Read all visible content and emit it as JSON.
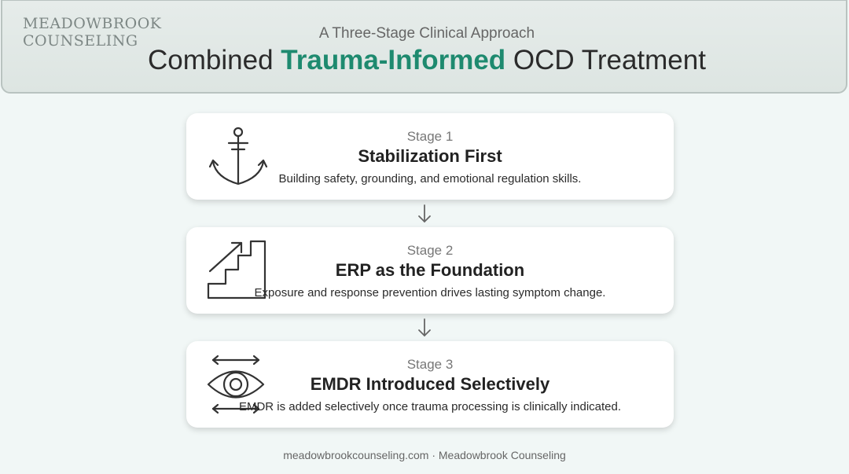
{
  "header": {
    "logo_line1": "MEADOWBROOK",
    "logo_line2": "COUNSELING",
    "subtitle": "A Three-Stage Clinical Approach",
    "title_pre": "Combined ",
    "title_highlight": "Trauma-Informed",
    "title_post": " OCD Treatment"
  },
  "stages": [
    {
      "stage_label": "Stage 1",
      "title": "Stabilization First",
      "description": "Building safety, grounding, and emotional regulation skills.",
      "icon": "anchor-icon"
    },
    {
      "stage_label": "Stage 2",
      "title": "ERP as the Foundation",
      "description": "Exposure and response prevention drives lasting symptom change.",
      "icon": "stairs-icon"
    },
    {
      "stage_label": "Stage 3",
      "title": "EMDR Introduced Selectively",
      "description": "EMDR is added selectively once trauma processing is clinically indicated.",
      "icon": "eye-icon"
    }
  ],
  "footer": {
    "text": "meadowbrookcounseling.com · Meadowbrook Counseling"
  },
  "colors": {
    "accent": "#1e8a6f",
    "background": "#f1f7f6",
    "header_bg": "#e2e9e6"
  }
}
